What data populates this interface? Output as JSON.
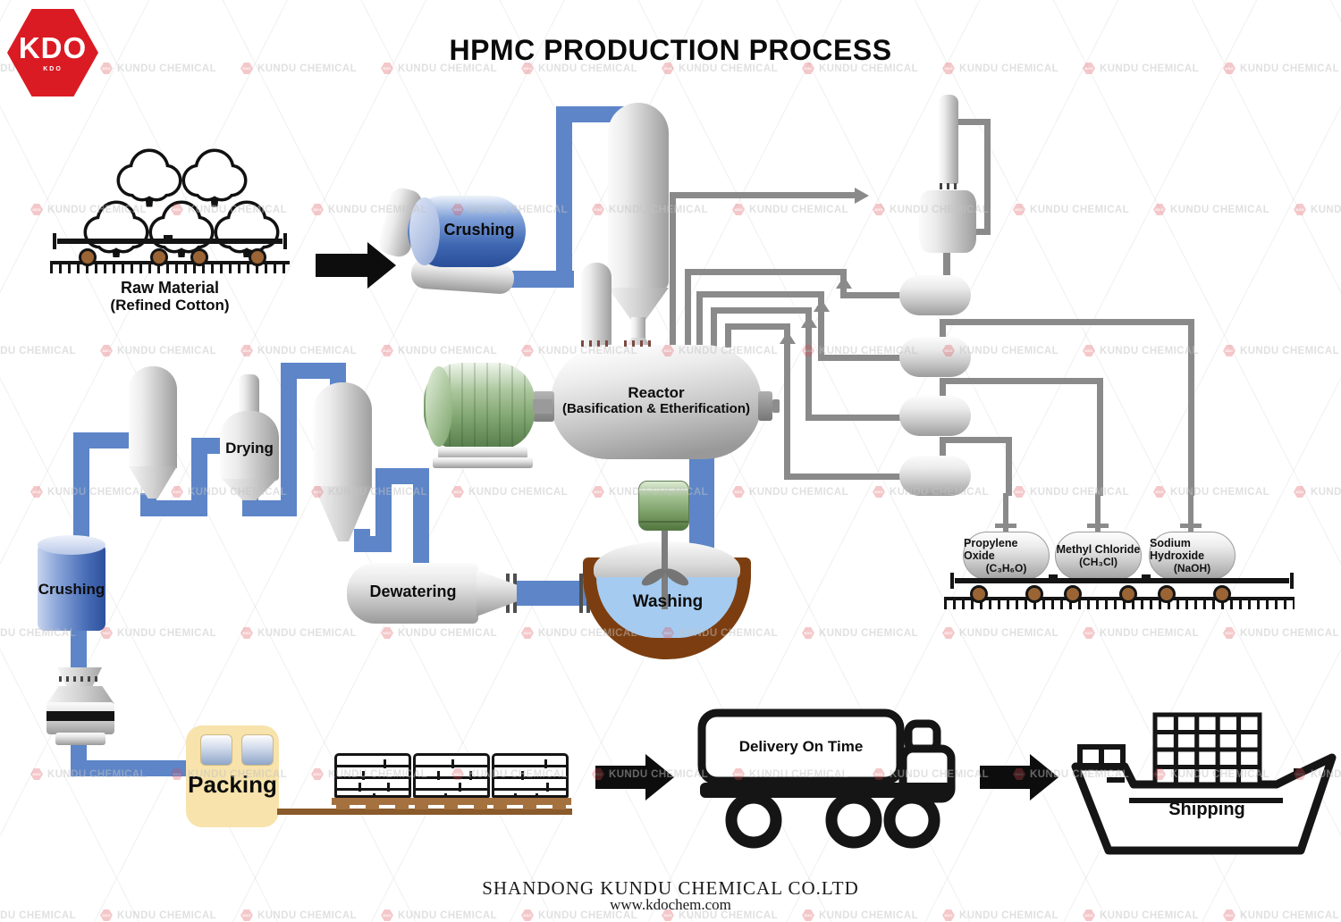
{
  "title": "HPMC PRODUCTION PROCESS",
  "logo": {
    "text": "KDO",
    "subtext": "KDO"
  },
  "watermark": {
    "brand": "KDO",
    "text": "KUNDU CHEMICAL"
  },
  "stages": {
    "raw_material_line1": "Raw Material",
    "raw_material_line2": "(Refined Cotton)",
    "crushing_top": "Crushing",
    "reactor_line1": "Reactor",
    "reactor_line2": "(Basification & Etherification)",
    "drying": "Drying",
    "dewatering": "Dewatering",
    "washing": "Washing",
    "crushing_left": "Crushing",
    "packing": "Packing",
    "delivery": "Delivery On Time",
    "shipping": "Shipping"
  },
  "chemicals": [
    {
      "name": "Propylene Oxide",
      "formula": "(C₃H₆O)"
    },
    {
      "name": "Methyl Chloride",
      "formula": "(CH₃Cl)"
    },
    {
      "name": "Sodium Hydroxide",
      "formula": "(NaOH)"
    }
  ],
  "footer": {
    "company": "SHANDONG KUNDU CHEMICAL CO.LTD",
    "website": "www.kdochem.com"
  },
  "colors": {
    "accent_red": "#da1b23",
    "pipe_blue": "#5d85c8",
    "pipe_gray": "#8a8a8a",
    "packing_yellow": "#f7e3ab",
    "pallet_brown": "#a4713f",
    "washing_water": "#a6cbf0",
    "washing_shell": "#7c3e10",
    "motor_green": "#8fb07f"
  }
}
